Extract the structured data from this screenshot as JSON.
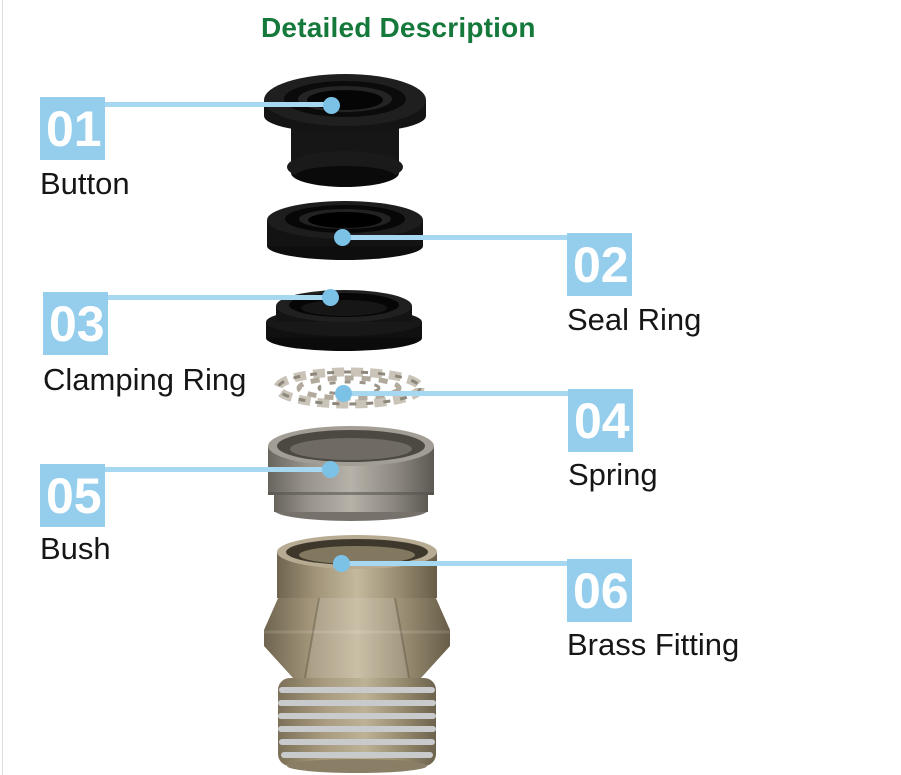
{
  "title": {
    "text": "Detailed Description"
  },
  "callouts": [
    {
      "number": "01",
      "label": "Button"
    },
    {
      "number": "02",
      "label": "Seal Ring"
    },
    {
      "number": "03",
      "label": "Clamping Ring"
    },
    {
      "number": "04",
      "label": "Spring"
    },
    {
      "number": "05",
      "label": "Bush"
    },
    {
      "number": "06",
      "label": "Brass Fitting"
    }
  ],
  "parts": [
    {
      "name": "button",
      "appearance": "black plastic top-hat cap"
    },
    {
      "name": "seal-ring",
      "appearance": "black rubber squat ring"
    },
    {
      "name": "clamping-ring",
      "appearance": "black stepped ring"
    },
    {
      "name": "spring",
      "appearance": "silver toothed washer"
    },
    {
      "name": "bush",
      "appearance": "silver metal sleeve"
    },
    {
      "name": "brass-fitting",
      "appearance": "brass body with hex nut and male thread"
    }
  ],
  "colors": {
    "title_green": "#15793c",
    "callout_blue": "#95ceed",
    "leader_blue": "#a6d8f1",
    "dot_blue": "#7cc2e6",
    "label_black": "#161616"
  }
}
